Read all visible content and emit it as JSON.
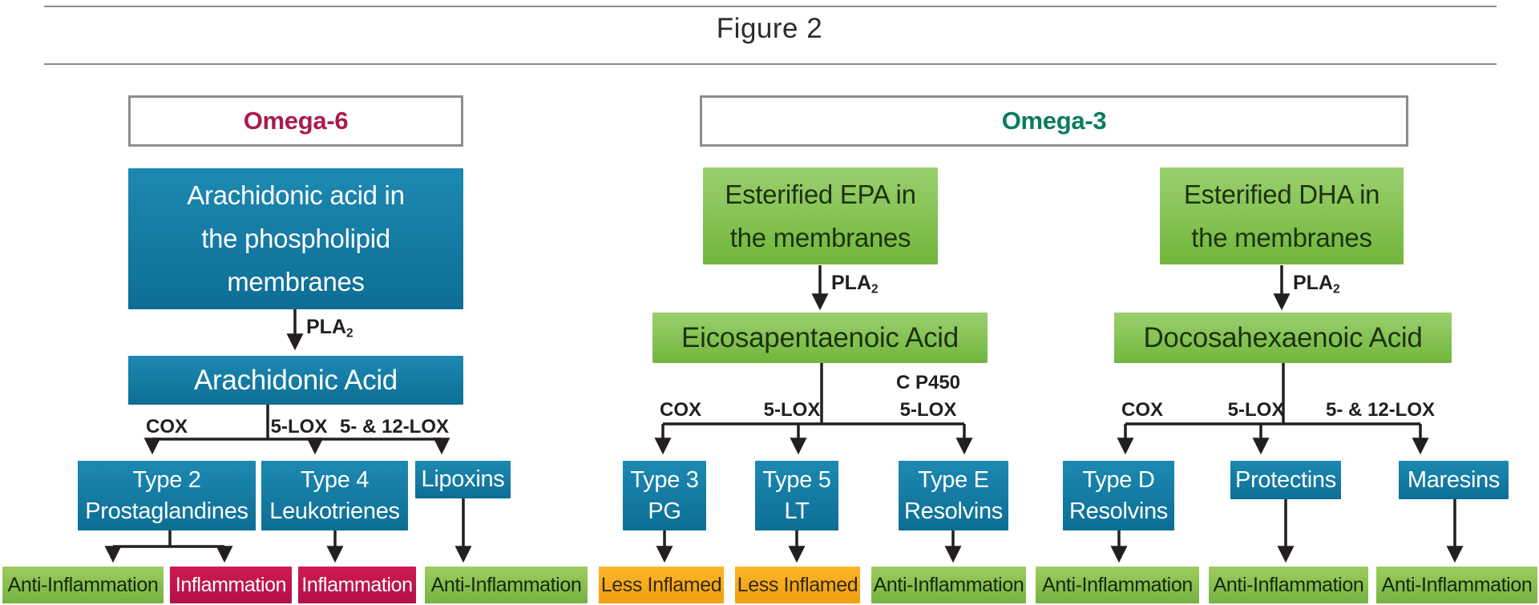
{
  "figure": {
    "title": "Figure 2"
  },
  "palette": {
    "blue_box": "#0f7fa9",
    "green_box": "#84c44f",
    "green_outcome_box": "#8ac453",
    "red_box": "#c2154d",
    "orange_box": "#f6ab1b",
    "omega6_header_text": "#a81c4d",
    "omega3_header_text": "#0b7b5e",
    "connector_line": "#231f20",
    "header_box_border": "#8d8d8d"
  },
  "enzyme": {
    "base": "PLA",
    "sub": "2"
  },
  "omega6": {
    "header": "Omega-6",
    "membrane_lines": [
      "Arachidonic acid in",
      "the phospholipid",
      "membranes"
    ],
    "acid": "Arachidonic Acid",
    "branches": [
      "COX",
      "5-LOX",
      "5- & 12-LOX"
    ],
    "products": [
      [
        "Type 2",
        "Prostaglandines"
      ],
      [
        "Type 4",
        "Leukotrienes"
      ],
      [
        "Lipoxins"
      ]
    ],
    "outcomes": [
      "Anti-Inflammation",
      "Inflammation",
      "Inflammation",
      "Anti-Inflammation"
    ]
  },
  "omega3": {
    "header": "Omega-3",
    "epa": {
      "membrane_lines": [
        "Esterified EPA in",
        "the membranes"
      ],
      "acid": "Eicosapentaenoic Acid",
      "branches": [
        "COX",
        "5-LOX"
      ],
      "branch_two_line": [
        "C P450",
        "5-LOX"
      ],
      "products": [
        [
          "Type 3",
          "PG"
        ],
        [
          "Type 5",
          "LT"
        ],
        [
          "Type E",
          "Resolvins"
        ]
      ],
      "outcomes": [
        "Less Inflamed",
        "Less Inflamed",
        "Anti-Inflammation"
      ]
    },
    "dha": {
      "membrane_lines": [
        "Esterified DHA in",
        "the membranes"
      ],
      "acid": "Docosahexaenoic Acid",
      "branches": [
        "COX",
        "5-LOX",
        "5- & 12-LOX"
      ],
      "products": [
        [
          "Type D",
          "Resolvins"
        ],
        [
          "Protectins"
        ],
        [
          "Maresins"
        ]
      ],
      "outcomes": [
        "Anti-Inflammation",
        "Anti-Inflammation",
        "Anti-Inflammation"
      ]
    }
  }
}
